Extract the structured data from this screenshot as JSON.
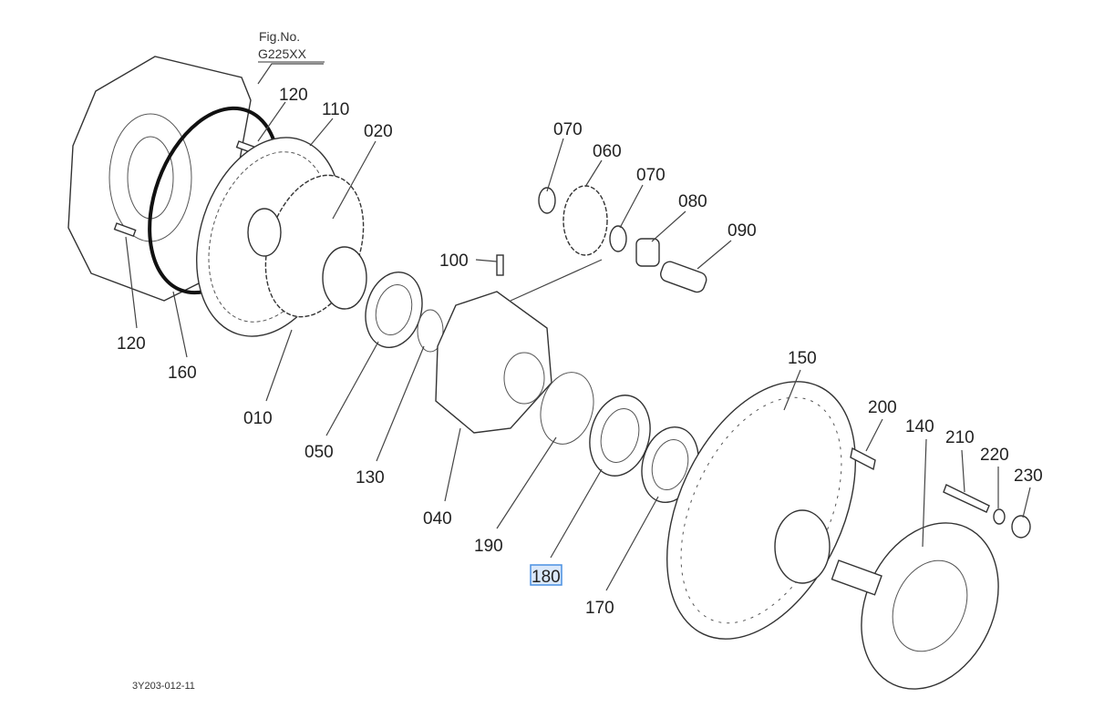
{
  "figure": {
    "fig_no_label": "Fig.No.",
    "fig_no": "G225XX",
    "drawing_code": "3Y203-012-11"
  },
  "highlight_color": "#4a90e2",
  "callouts": [
    {
      "id": "c120a",
      "text": "120"
    },
    {
      "id": "c110",
      "text": "110"
    },
    {
      "id": "c020",
      "text": "020"
    },
    {
      "id": "c070a",
      "text": "070"
    },
    {
      "id": "c060",
      "text": "060"
    },
    {
      "id": "c070b",
      "text": "070"
    },
    {
      "id": "c080",
      "text": "080"
    },
    {
      "id": "c090",
      "text": "090"
    },
    {
      "id": "c100",
      "text": "100"
    },
    {
      "id": "c120b",
      "text": "120"
    },
    {
      "id": "c160",
      "text": "160"
    },
    {
      "id": "c010",
      "text": "010"
    },
    {
      "id": "c050",
      "text": "050"
    },
    {
      "id": "c130",
      "text": "130"
    },
    {
      "id": "c040",
      "text": "040"
    },
    {
      "id": "c190",
      "text": "190"
    },
    {
      "id": "c180",
      "text": "180",
      "selected": true
    },
    {
      "id": "c170",
      "text": "170"
    },
    {
      "id": "c150",
      "text": "150"
    },
    {
      "id": "c200",
      "text": "200"
    },
    {
      "id": "c140",
      "text": "140"
    },
    {
      "id": "c210",
      "text": "210"
    },
    {
      "id": "c220",
      "text": "220"
    },
    {
      "id": "c230",
      "text": "230"
    }
  ]
}
